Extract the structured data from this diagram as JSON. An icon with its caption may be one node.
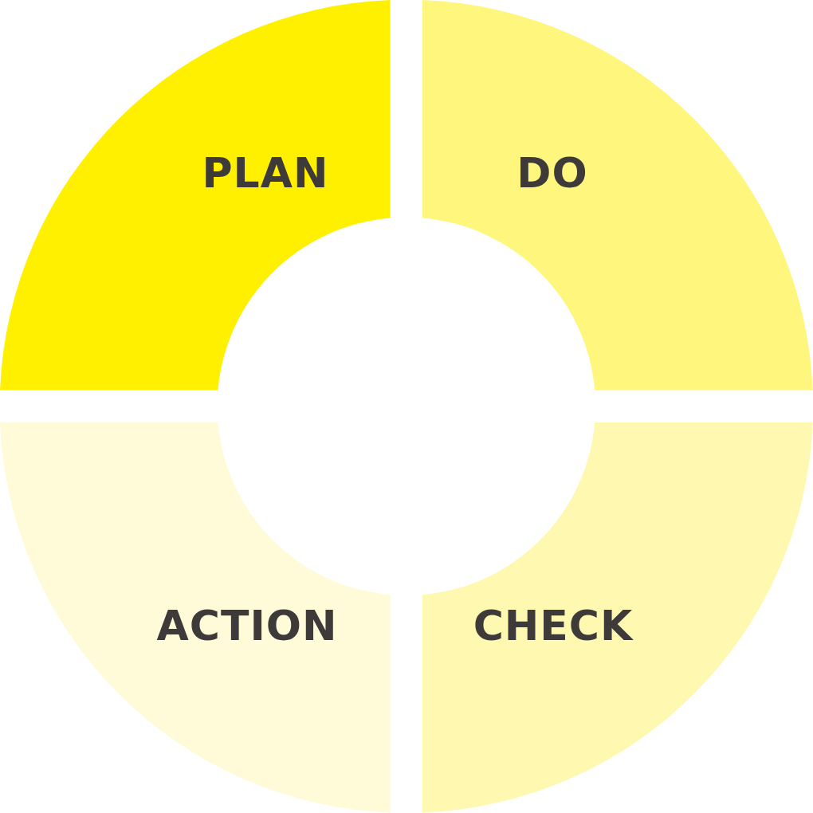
{
  "diagram": {
    "nodes": [
      {
        "text": [
          "PLAN"
        ]
      },
      {
        "text": [
          "DO"
        ]
      },
      {
        "text": [
          "ACTION"
        ]
      },
      {
        "text": [
          "CHECK"
        ]
      }
    ]
  }
}
